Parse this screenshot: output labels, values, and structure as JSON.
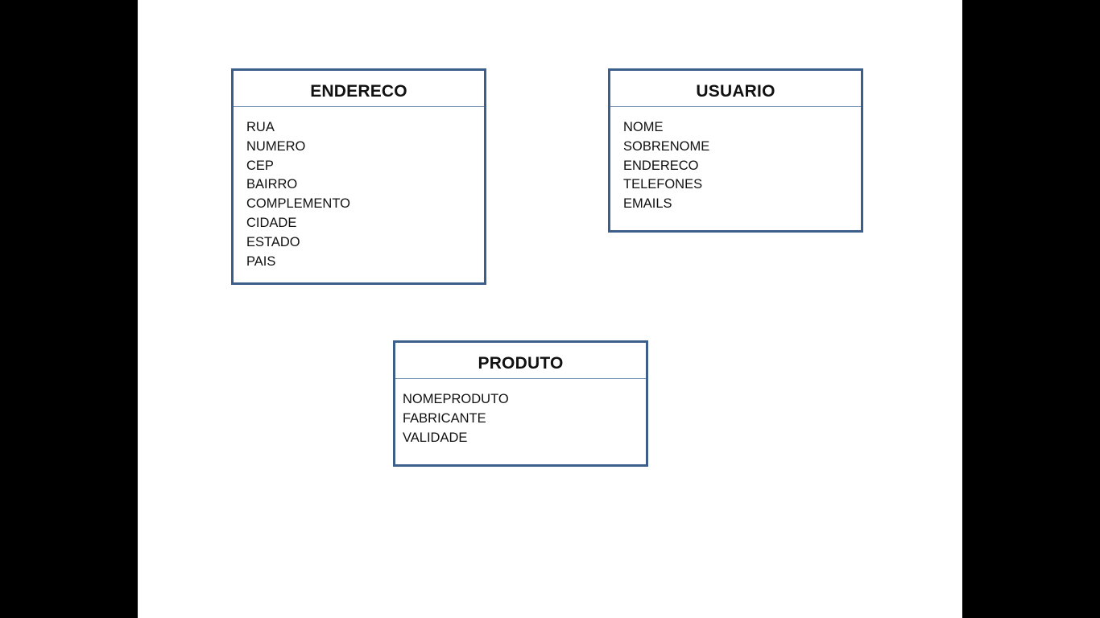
{
  "colors": {
    "background": "#000000",
    "slide": "#ffffff",
    "entity_border": "#3b5f8a",
    "header_divider": "#6f8db0"
  },
  "entities": [
    {
      "name": "ENDERECO",
      "fields": [
        "RUA",
        "NUMERO",
        "CEP",
        "BAIRRO",
        "COMPLEMENTO",
        "CIDADE",
        "ESTADO",
        "PAIS"
      ]
    },
    {
      "name": "USUARIO",
      "fields": [
        "NOME",
        "SOBRENOME",
        "ENDERECO",
        "TELEFONES",
        "EMAILS"
      ]
    },
    {
      "name": "PRODUTO",
      "fields": [
        "NOMEPRODUTO",
        "FABRICANTE",
        "VALIDADE"
      ]
    }
  ]
}
